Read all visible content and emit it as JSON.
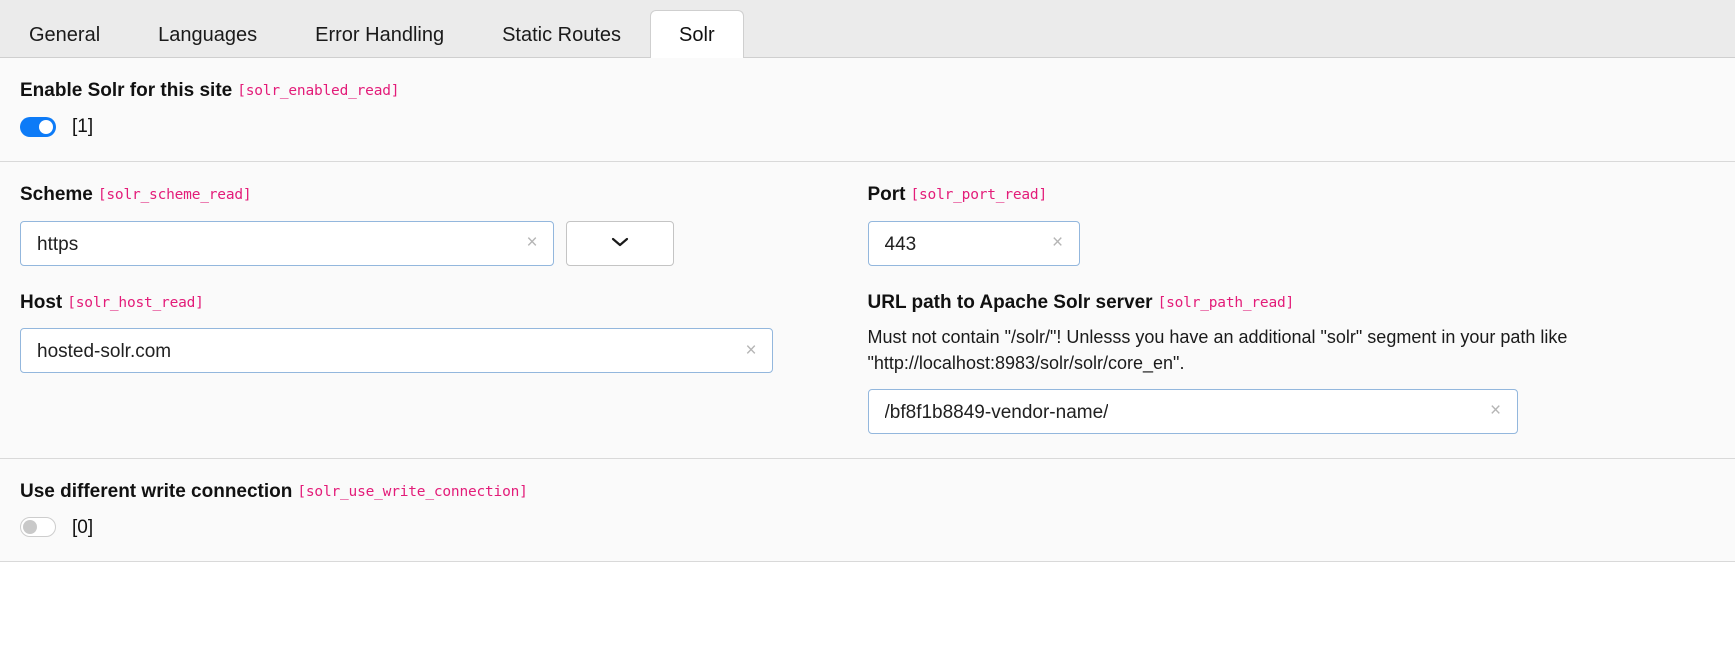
{
  "tabs": [
    {
      "label": "General",
      "active": false
    },
    {
      "label": "Languages",
      "active": false
    },
    {
      "label": "Error Handling",
      "active": false
    },
    {
      "label": "Static Routes",
      "active": false
    },
    {
      "label": "Solr",
      "active": true
    }
  ],
  "enable_section": {
    "label": "Enable Solr for this site",
    "code": "[solr_enabled_read]",
    "toggle_state": "on",
    "toggle_value": "[1]"
  },
  "connection_section": {
    "scheme": {
      "label": "Scheme",
      "code": "[solr_scheme_read]",
      "value": "https",
      "clear_icon": "×",
      "dropdown_icon": "chevron-down"
    },
    "port": {
      "label": "Port",
      "code": "[solr_port_read]",
      "value": "443",
      "clear_icon": "×"
    },
    "host": {
      "label": "Host",
      "code": "[solr_host_read]",
      "value": "hosted-solr.com",
      "clear_icon": "×"
    },
    "path": {
      "label": "URL path to Apache Solr server",
      "code": "[solr_path_read]",
      "help": "Must not contain \"/solr/\"! Unlesss you have an additional \"solr\" segment in your path like \"http://localhost:8983/solr/solr/core_en\".",
      "value": "/bf8f1b8849-vendor-name/",
      "clear_icon": "×"
    }
  },
  "write_section": {
    "label": "Use different write connection",
    "code": "[solr_use_write_connection]",
    "toggle_state": "off",
    "toggle_value": "[0]"
  },
  "colors": {
    "accent_code": "#e31c79",
    "toggle_on": "#0d7bf7",
    "input_border": "#93b7dd",
    "section_bg": "#fafafa",
    "tabbar_bg": "#ebebeb"
  }
}
